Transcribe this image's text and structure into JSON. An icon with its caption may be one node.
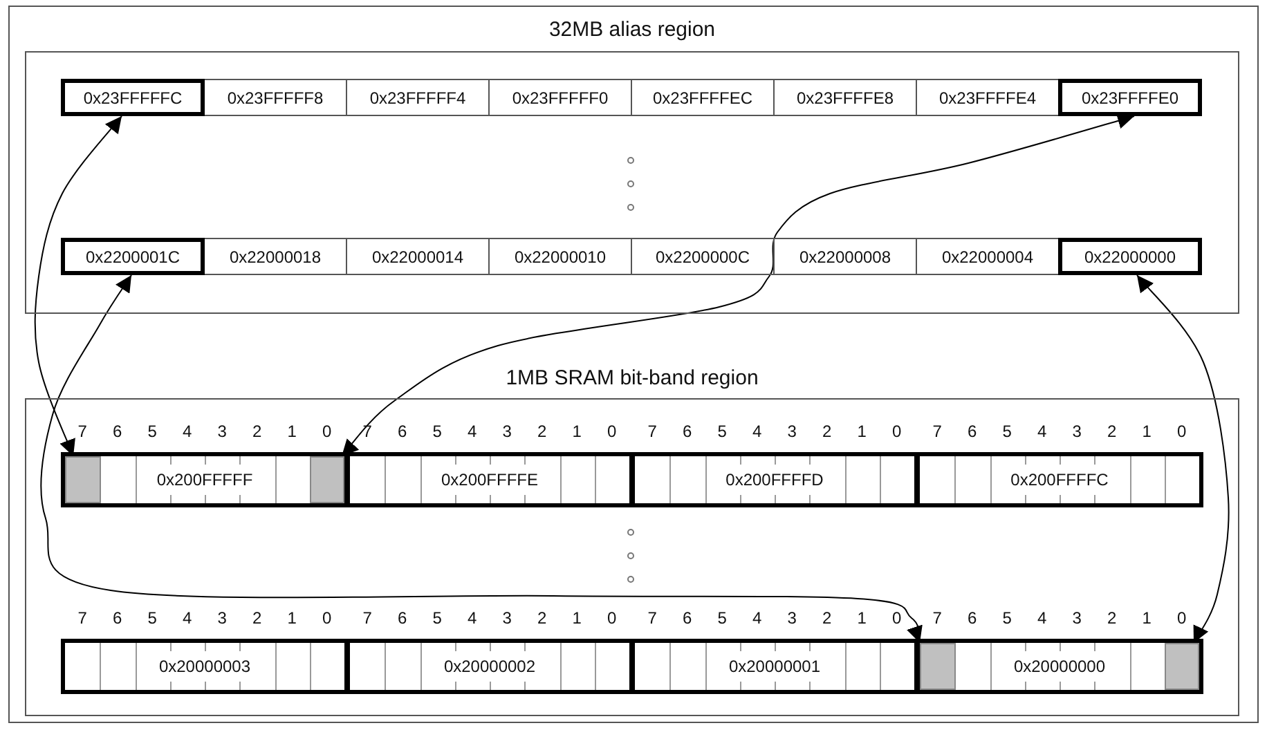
{
  "diagram": {
    "nodes": [
      {
        "text": [
          "32MB alias region"
        ]
      },
      {
        "text": [
          "0x23FFFFFC"
        ],
        "in": 0
      },
      {
        "text": [
          "0x23FFFFF8"
        ],
        "in": 0
      },
      {
        "text": [
          "0x23FFFFF4"
        ],
        "in": 0
      },
      {
        "text": [
          "0x23FFFFF0"
        ],
        "in": 0
      },
      {
        "text": [
          "0x23FFFFEC"
        ],
        "in": 0
      },
      {
        "text": [
          "0x23FFFFE8"
        ],
        "in": 0
      },
      {
        "text": [
          "0x23FFFFE4"
        ],
        "in": 0
      },
      {
        "text": [
          "0x23FFFFE0"
        ],
        "in": 0
      },
      {
        "text": [
          "0x2200001C"
        ],
        "in": 0
      },
      {
        "text": [
          "0x22000018"
        ],
        "in": 0
      },
      {
        "text": [
          "0x22000014"
        ],
        "in": 0
      },
      {
        "text": [
          "0x22000010"
        ],
        "in": 0
      },
      {
        "text": [
          "0x2200000C"
        ],
        "in": 0
      },
      {
        "text": [
          "0x22000008"
        ],
        "in": 0
      },
      {
        "text": [
          "0x22000004"
        ],
        "in": 0
      },
      {
        "text": [
          "0x22000000"
        ],
        "in": 0
      },
      {
        "text": [
          "1MB SRAM bit-band region"
        ]
      },
      {
        "text": [
          "0x200FFFFF"
        ],
        "in": 17,
        "beside": [
          "7",
          "6",
          "5",
          "4",
          "3",
          "2",
          "1",
          "0"
        ]
      },
      {
        "text": [
          "0x200FFFFE"
        ],
        "in": 17,
        "beside": [
          "7",
          "6",
          "5",
          "4",
          "3",
          "2",
          "1",
          "0"
        ]
      },
      {
        "text": [
          "0x200FFFFD"
        ],
        "in": 17,
        "beside": [
          "7",
          "6",
          "5",
          "4",
          "3",
          "2",
          "1",
          "0"
        ]
      },
      {
        "text": [
          "0x200FFFFC"
        ],
        "in": 17,
        "beside": [
          "7",
          "6",
          "5",
          "4",
          "3",
          "2",
          "1",
          "0"
        ]
      },
      {
        "text": [
          "0x20000003"
        ],
        "in": 17,
        "beside": [
          "7",
          "6",
          "5",
          "4",
          "3",
          "2",
          "1",
          "0"
        ]
      },
      {
        "text": [
          "0x20000002"
        ],
        "in": 17,
        "beside": [
          "7",
          "6",
          "5",
          "4",
          "3",
          "2",
          "1",
          "0"
        ]
      },
      {
        "text": [
          "0x20000001"
        ],
        "in": 17,
        "beside": [
          "7",
          "6",
          "5",
          "4",
          "3",
          "2",
          "1",
          "0"
        ]
      },
      {
        "text": [
          "0x20000000"
        ],
        "in": 17,
        "beside": [
          "7",
          "6",
          "5",
          "4",
          "3",
          "2",
          "1",
          "0"
        ]
      },
      {
        "text": [],
        "shape": "box",
        "in": 18
      },
      {
        "text": [],
        "shape": "box",
        "in": 18
      },
      {
        "text": [],
        "shape": "box",
        "in": 25
      },
      {
        "text": [],
        "shape": "box",
        "in": 25
      }
    ],
    "edges": [
      {
        "from": 1,
        "to": 26,
        "arrow": "both"
      },
      {
        "from": 8,
        "to": 27,
        "arrow": "both"
      },
      {
        "from": 9,
        "to": 28,
        "arrow": "both"
      },
      {
        "from": 16,
        "to": 29,
        "arrow": "both"
      }
    ]
  }
}
